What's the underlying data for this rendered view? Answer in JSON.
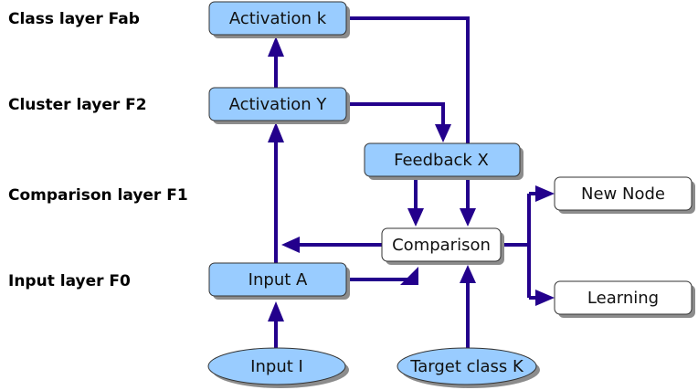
{
  "colors": {
    "edge": "#23008c",
    "box_fill": "#99ccff",
    "box_stroke": "#333333",
    "shadow": "#8c8c8c",
    "white_box": "#ffffff"
  },
  "layers": {
    "fab": "Class layer Fab",
    "f2": "Cluster layer F2",
    "f1": "Comparison layer F1",
    "f0": "Input layer F0"
  },
  "nodes": {
    "activation_k": "Activation k",
    "activation_y": "Activation Y",
    "feedback_x": "Feedback X",
    "comparison": "Comparison",
    "input_a": "Input A",
    "new_node": "New Node",
    "learning": "Learning",
    "input_i": "Input I",
    "target_class_k": "Target class K"
  }
}
